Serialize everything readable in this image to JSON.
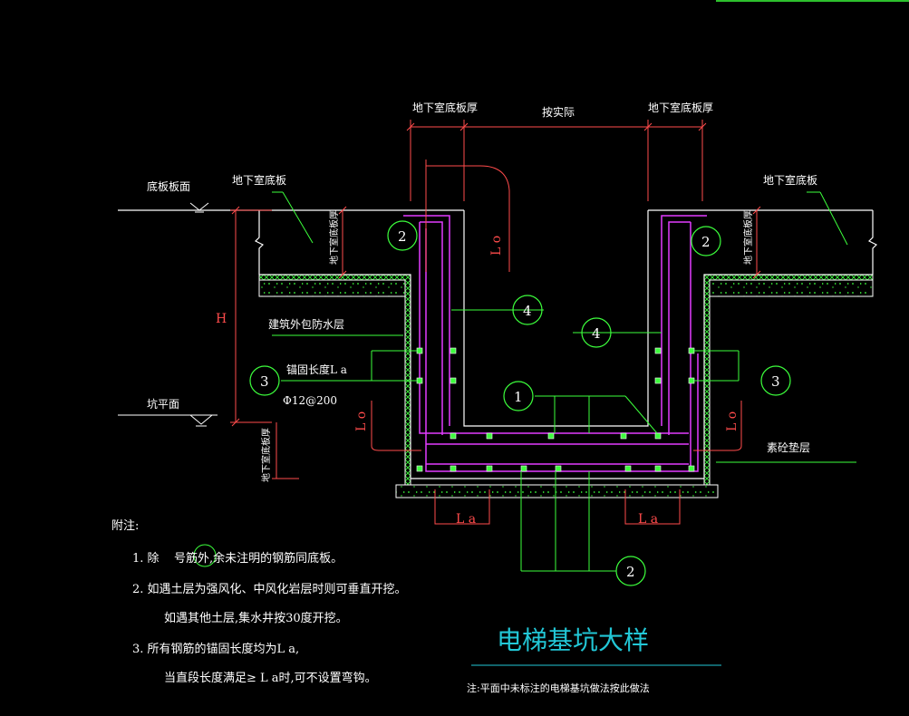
{
  "labels": {
    "slab_thickness_left": "地下室底板厚",
    "as_actual": "按实际",
    "slab_thickness_right": "地下室底板厚",
    "slab_top": "底板板面",
    "basement_slab_left": "地下室底板",
    "basement_slab_right": "地下室底板",
    "waterproof_layer": "建筑外包防水层",
    "anchorage_length": "锚固长度L a",
    "rebar_spec": "Φ12@200",
    "pit_level": "坑平面",
    "plain_concrete": "素砼垫层",
    "height_H": "H",
    "vertical_slab_text": "地下室底板厚",
    "lo": "L o",
    "la": "L a"
  },
  "callouts": {
    "c1": "1",
    "c2": "2",
    "c3": "3",
    "c4": "4"
  },
  "notes": {
    "heading": "附注:",
    "n1a": "1. 除",
    "n1b": "号筋外,余未注明的钢筋同底板。",
    "n2a": "2. 如遇土层为强风化、中风化岩层时则可垂直开挖。",
    "n2b": "如遇其他土层,集水井按30度开挖。",
    "n3a": "3. 所有钢筋的锚固长度均为L a,",
    "n3b": "当直段长度满足≥ L a时,可不设置弯钩。"
  },
  "title": "电梯基坑大样",
  "footnote": "注:平面中未标注的电梯基坑做法按此做法",
  "colors": {
    "background": "#000000",
    "lines": "#ffffff",
    "dimension": "#ff4b4b",
    "rebar": "#e23cff",
    "leader": "#3cff3c",
    "hatch": "#3cff3c",
    "title": "#22c7d6"
  }
}
